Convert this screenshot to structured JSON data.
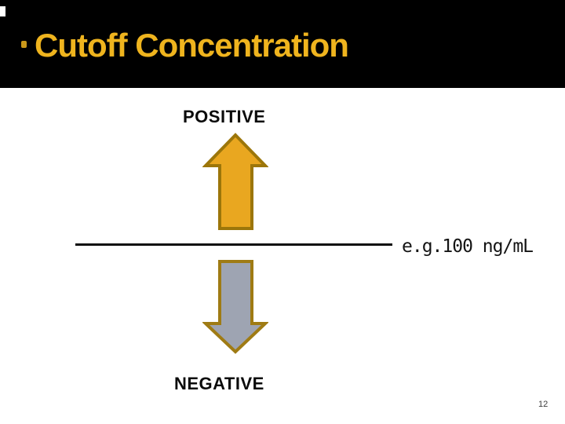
{
  "slide": {
    "header": {
      "title": "Cutoff Concentration"
    },
    "body": {
      "positive_label": "POSITIVE",
      "negative_label": "NEGATIVE",
      "cutoff_value": "e.g.100 ng/mL"
    },
    "footer": {
      "page_number": "12"
    },
    "icons": {
      "up_arrow": "up-arrow-icon",
      "down_arrow": "down-arrow-icon"
    },
    "colors": {
      "header_bg": "#000000",
      "title_text": "#EFB41E",
      "up_arrow_fill": "#E9A720",
      "up_arrow_stroke": "#9C760A",
      "down_arrow_fill": "#9EA4B2",
      "down_arrow_stroke": "#9F7B14",
      "body_text": "#141414",
      "page_number_text": "#3C3C3C"
    }
  }
}
